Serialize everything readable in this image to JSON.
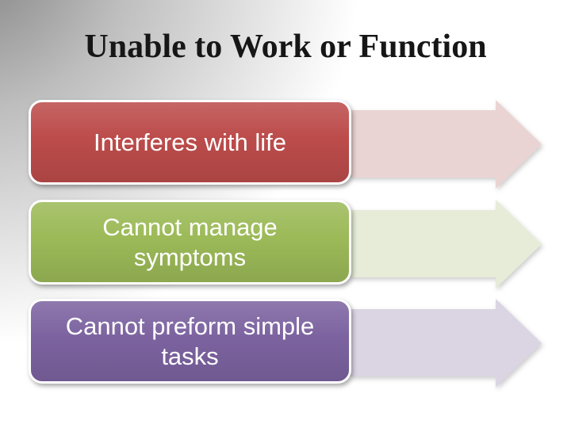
{
  "slide": {
    "title": "Unable to Work or Function"
  },
  "rows": [
    {
      "text": "Interferes with life",
      "box_color": "#bc4c4b",
      "arrow_color": "#ead4d3"
    },
    {
      "text": "Cannot manage\nsymptoms",
      "box_color": "#9cba58",
      "arrow_color": "#e6ecd8"
    },
    {
      "text": "Cannot preform simple\ntasks",
      "box_color": "#7c63a0",
      "arrow_color": "#dbd5e3"
    }
  ],
  "theme": {
    "title_color": "#161616",
    "box_border_color": "#ffffff",
    "box_text_color": "#ffffff",
    "background_corner_color": "#7f7f7f",
    "background_base_color": "#ffffff"
  }
}
